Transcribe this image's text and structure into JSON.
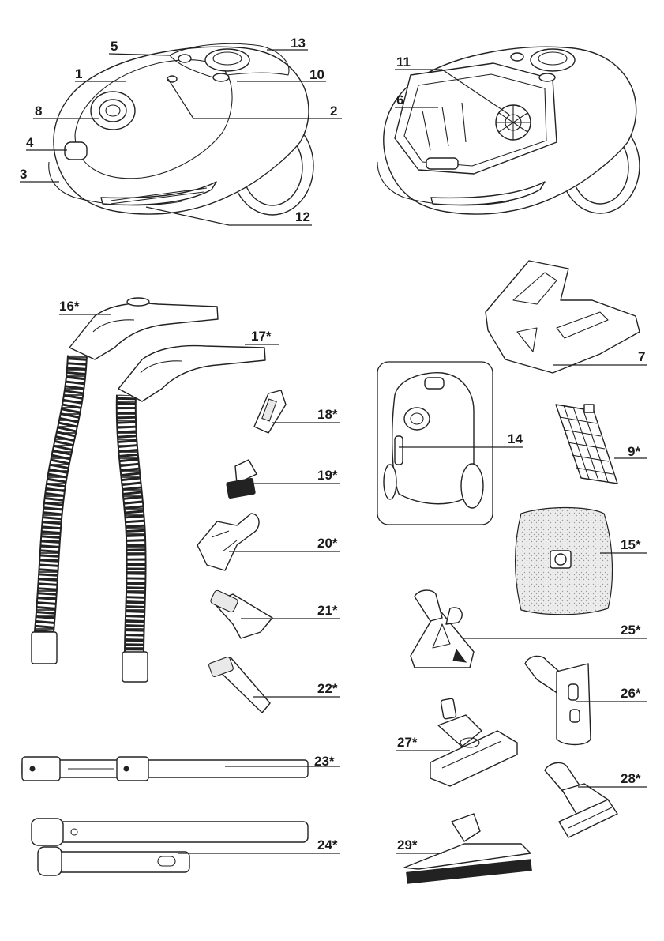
{
  "labels": {
    "l1": "1",
    "l2": "2",
    "l3": "3",
    "l4": "4",
    "l5": "5",
    "l6": "6",
    "l7": "7",
    "l8": "8",
    "l9": "9*",
    "l10": "10",
    "l11": "11",
    "l12": "12",
    "l13": "13",
    "l14": "14",
    "l15": "15*",
    "l16": "16*",
    "l17": "17*",
    "l18": "18*",
    "l19": "19*",
    "l20": "20*",
    "l21": "21*",
    "l22": "22*",
    "l23": "23*",
    "l24": "24*",
    "l25": "25*",
    "l26": "26*",
    "l27": "27*",
    "l28": "28*",
    "l29": "29*"
  }
}
